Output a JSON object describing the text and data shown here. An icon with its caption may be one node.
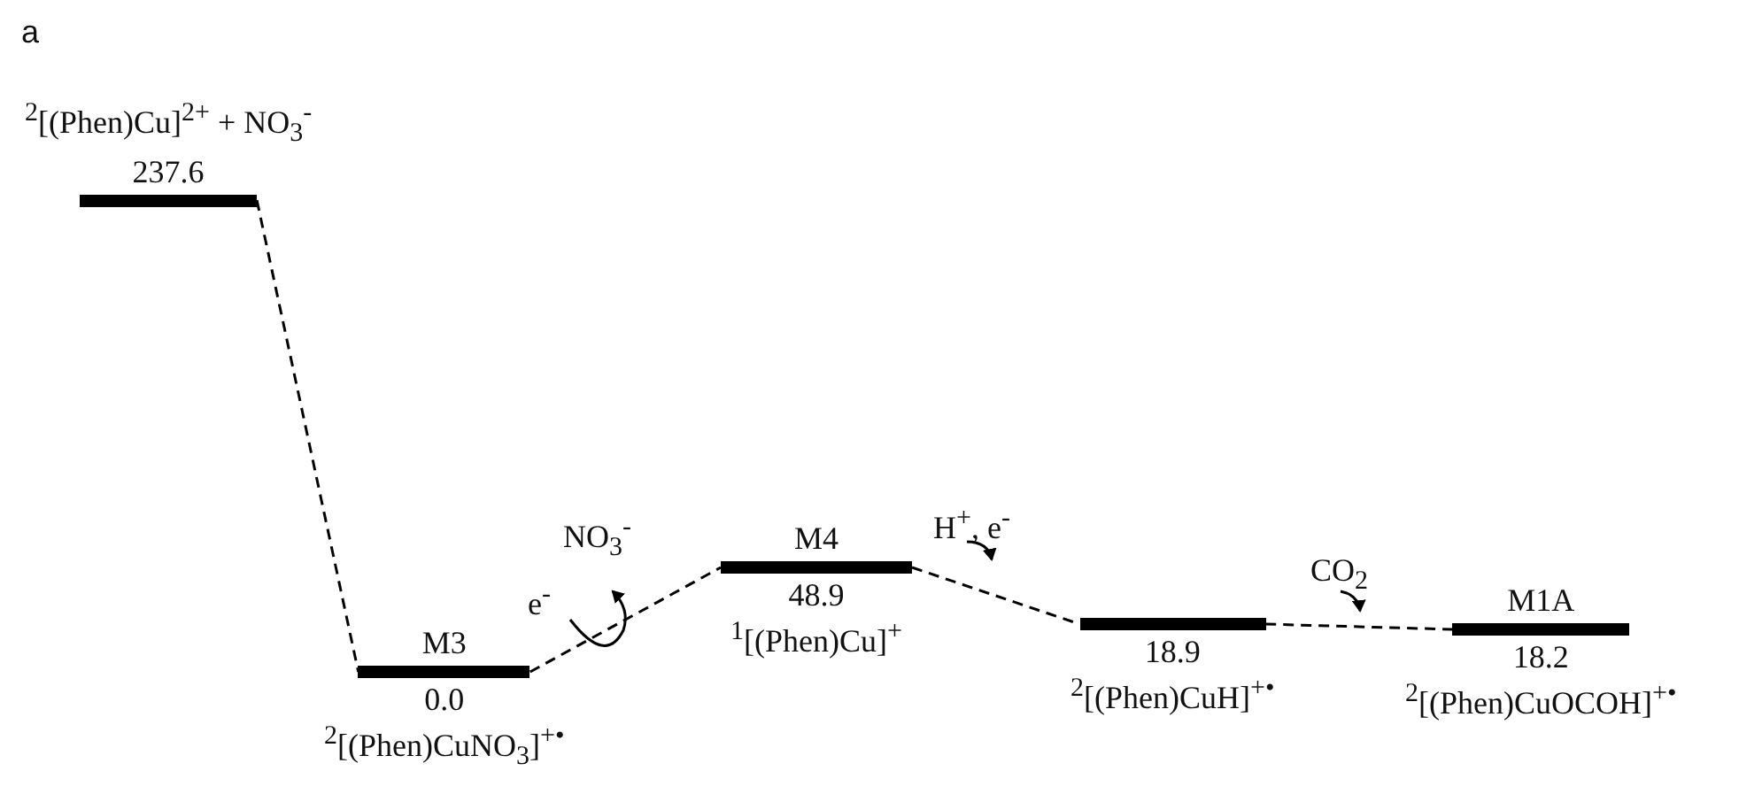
{
  "diagram": {
    "nodes": [
      {
        "text": [
          "$^{2}$[(Phen)Cu]$^{2+}$ + NO$_{3}$$^{-}$",
          "237.6"
        ]
      },
      {
        "text": [
          "M3",
          "0.0",
          "$^{2}$[(Phen)CuNO$_{3}$]$^{+•}$"
        ]
      },
      {
        "text": [
          "M4",
          "48.9",
          "$^{1}$[(Phen)Cu]$^{+}$"
        ]
      },
      {
        "text": [
          "18.9",
          "$^{2}$[(Phen)CuH]$^{+•}$"
        ]
      },
      {
        "text": [
          "M1A",
          "18.2",
          "$^{2}$[(Phen)CuOCOH]$^{+•}$"
        ]
      }
    ],
    "edges": [
      {
        "from": 0,
        "to": 1,
        "arrow": "none",
        "style": "dashed"
      },
      {
        "from": 1,
        "to": 2,
        "arrow": "none",
        "style": "dashed"
      },
      {
        "from": 2,
        "to": 3,
        "arrow": "none",
        "style": "dashed"
      },
      {
        "from": 3,
        "to": 4,
        "arrow": "none",
        "style": "dashed"
      }
    ],
    "labels": [
      "a",
      "e$^{-}$",
      "NO$_{3}$$^{-}$",
      "H$^{+}$, e$^{-}$",
      "CO$_{2}$"
    ]
  }
}
